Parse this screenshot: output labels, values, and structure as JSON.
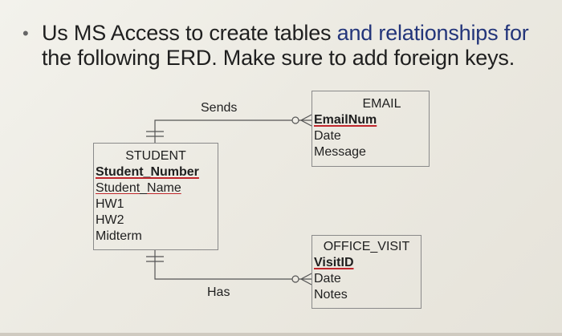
{
  "slide": {
    "bullet": "•",
    "instruction_part1": "Us MS Access to create tables ",
    "instruction_part2": "and relationships for",
    "instruction_part3": "the following ERD. Make sure to add foreign keys."
  },
  "erd": {
    "student": {
      "name": "STUDENT",
      "pk": "Student_Number",
      "attributes": [
        "Student_Name",
        "HW1",
        "HW2",
        "Midterm"
      ]
    },
    "email": {
      "name": "EMAIL",
      "pk": "EmailNum",
      "attributes": [
        "Date",
        "Message"
      ]
    },
    "office_visit": {
      "name": "OFFICE_VISIT",
      "pk": "VisitID",
      "attributes": [
        "Date",
        "Notes"
      ]
    },
    "relationships": [
      {
        "label": "Sends",
        "from": "STUDENT",
        "to": "EMAIL",
        "from_cardinality": "one and only one",
        "to_cardinality": "zero or many"
      },
      {
        "label": "Has",
        "from": "STUDENT",
        "to": "OFFICE_VISIT",
        "from_cardinality": "one and only one",
        "to_cardinality": "zero or many"
      }
    ]
  }
}
